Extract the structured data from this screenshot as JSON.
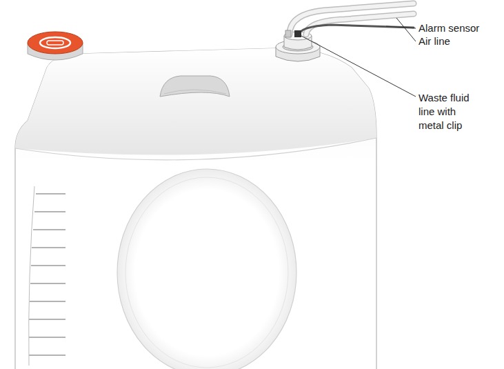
{
  "diagram": {
    "labels": [
      "Alarm sensor",
      "Air line",
      "Waste fluid line with metal clip"
    ]
  }
}
